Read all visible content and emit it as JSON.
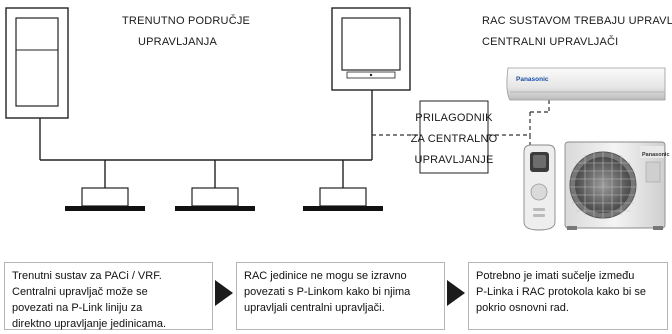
{
  "labels": {
    "current_area_line1": "TRENUTNO PODRUČJE",
    "current_area_line2": "UPRAVLJANJA",
    "rac_line1": "RAC SUSTAVOM TREBAJU UPRAVLJATI",
    "rac_line2": "CENTRALNI UPRAVLJAČI",
    "adapter_line1": "PRILAGODNIK",
    "adapter_line2": "ZA CENTRALNO",
    "adapter_line3": "UPRAVLJANJE",
    "brand_indoor": "Panasonic",
    "brand_outdoor": "Panasonic"
  },
  "panels": [
    {
      "lines": [
        "Trenutni sustav za PACi / VRF.",
        "Centralni upravljač može se",
        "povezati na P-Link liniju za",
        "direktno upravljanje jedinicama."
      ]
    },
    {
      "lines": [
        "RAC jedinice ne mogu se izravno",
        "povezati s P-Linkom kako bi njima",
        "upravljali centralni upravljači."
      ]
    },
    {
      "lines": [
        "Potrebno je imati sučelje između",
        "P-Linka i RAC protokola kako bi se",
        "pokrio osnovni rad."
      ]
    }
  ],
  "icons": [
    "cabinet-controller-icon",
    "monitor-controller-icon",
    "ceiling-cassette-icon",
    "wall-ac-unit-icon",
    "remote-control-icon",
    "outdoor-unit-icon",
    "arrow-right-icon"
  ]
}
